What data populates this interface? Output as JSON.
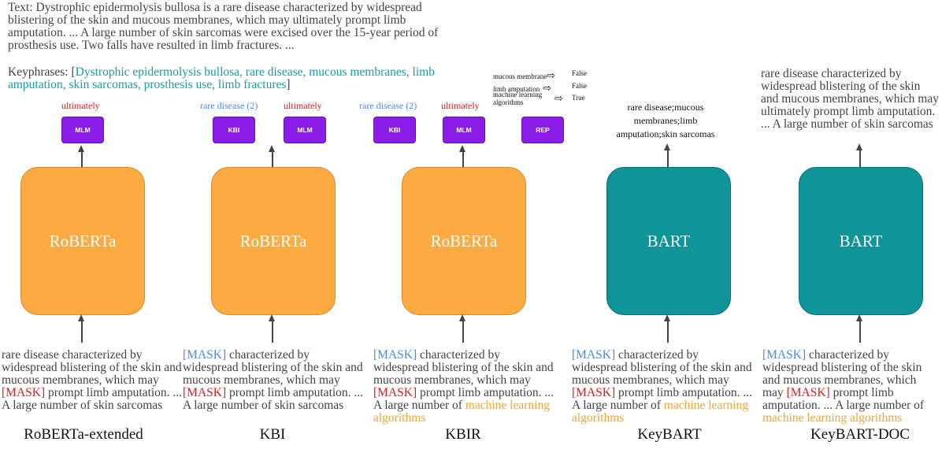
{
  "header": {
    "text_prefix": "Text: ",
    "text_body": "Dystrophic epidermolysis bullosa is a rare disease characterized by widespread blistering of the skin and mucous membranes, which may ultimately prompt limb amputation. ... A large number of skin sarcomas were excised over the 15-year period of prosthesis use. Two falls have resulted in limb fractures. ...",
    "keyphrases_label": "Keyphrases: ",
    "keyphrases_open": "[",
    "keyphrases_list": "Dystrophic epidermolysis bullosa, rare disease, mucous membranes, limb amputation, skin sarcomas, prosthesis use, limb fractures",
    "keyphrases_close": "]"
  },
  "models": [
    {
      "caption": "RoBERTa-extended",
      "model_name": "RoBERTa",
      "heads": [
        {
          "label": "MLM",
          "output": "ultimately"
        }
      ],
      "input": {
        "p1": "rare disease characterized by widespread blistering of the skin and mucous membranes, which may ",
        "mask": "[MASK]",
        "p2": " prompt limb amputation. ... A large number of skin sarcomas"
      }
    },
    {
      "caption": "KBI",
      "model_name": "RoBERTa",
      "heads": [
        {
          "label": "KBI",
          "output": "rare disease (2)"
        },
        {
          "label": "MLM",
          "output": "ultimately"
        }
      ],
      "input": {
        "mask1": "[MASK]",
        "p1": " characterized by widespread blistering of the skin and mucous membranes, which may ",
        "mask2": "[MASK]",
        "p2": " prompt limb amputation. ... A large number of skin sarcomas"
      }
    },
    {
      "caption": "KBIR",
      "model_name": "RoBERTa",
      "heads": [
        {
          "label": "KBI",
          "output": "rare disease (2)"
        },
        {
          "label": "MLM",
          "output": "ultimately"
        },
        {
          "label": "REP",
          "output": ""
        }
      ],
      "rep_rows": [
        {
          "phrase": "mucous membrane",
          "arrow": "⇨",
          "value": "False"
        },
        {
          "phrase": "limb amputation",
          "arrow": "⇨",
          "value": "False"
        },
        {
          "phrase": "machine learning",
          "arrow": "",
          "value": ""
        },
        {
          "phrase": "algorithms",
          "arrow": "⇨",
          "value": "True"
        }
      ],
      "input": {
        "mask1": "[MASK]",
        "p1": " characterized by widespread blistering of the skin and mucous membranes, which may ",
        "mask2": "[MASK]",
        "p2": " prompt limb amputation. ... A large number of ",
        "replaced": "machine learning algorithms"
      }
    },
    {
      "caption": "KeyBART",
      "model_name": "BART",
      "output": "rare disease;mucous membranes;limb amputation;skin sarcomas",
      "input": {
        "mask1": "[MASK]",
        "p1": " characterized by widespread blistering of the skin and mucous membranes, which may ",
        "mask2": "[MASK]",
        "p2": " prompt limb amputation. ... A large number of ",
        "replaced": "machine learning algorithms"
      }
    },
    {
      "caption": "KeyBART-DOC",
      "model_name": "BART",
      "output": "rare disease characterized by widespread blistering of the skin and mucous membranes, which may ultimately prompt limb amputation. ... A large number of skin sarcomas",
      "input": {
        "mask1": "[MASK]",
        "p1": " characterized by widespread blistering of the skin and mucous membranes, which may ",
        "mask2": "[MASK]",
        "p2": " prompt limb amputation. ... A large number of ",
        "replaced": "machine learning algorithms"
      }
    }
  ],
  "colors": {
    "roberta": "#fbab42",
    "bart": "#0e9499",
    "head": "#8a1ee6",
    "mask_red": "#e01a1a",
    "mask_blue": "#4a86e8",
    "keyphrase_teal": "#1a9c9c",
    "replaced_orange": "#f2a33a"
  }
}
